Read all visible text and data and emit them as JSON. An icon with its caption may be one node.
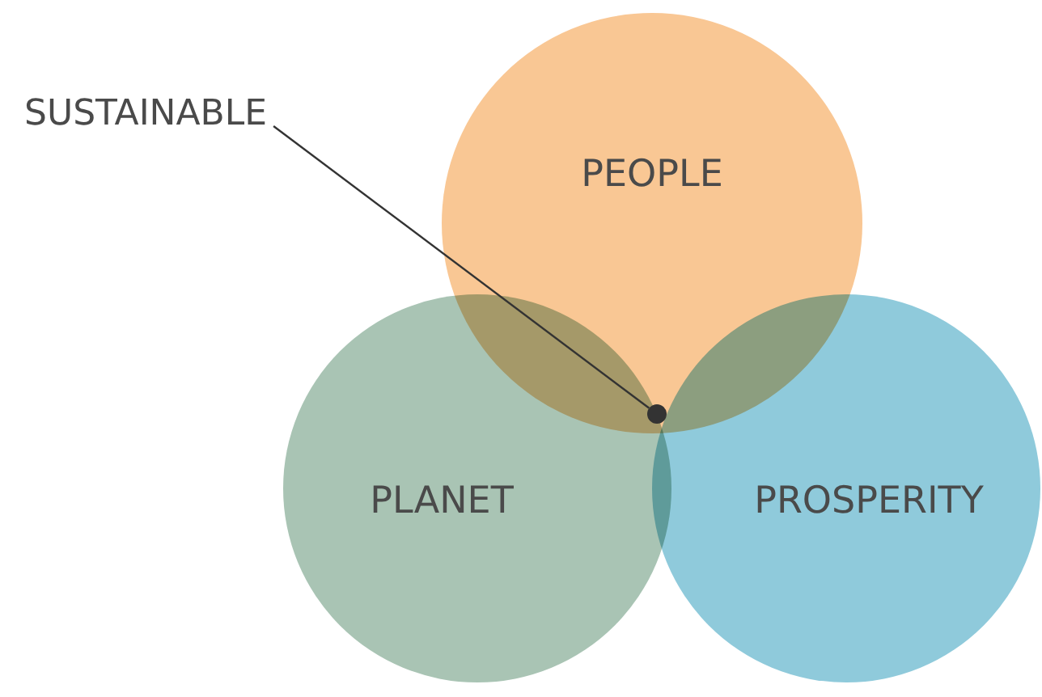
{
  "diagram": {
    "nodes": [
      {
        "text": [
          "PEOPLE"
        ]
      },
      {
        "text": [
          "PLANET"
        ]
      },
      {
        "text": [
          "PROSPERITY"
        ]
      },
      {
        "text": [
          "SUSTAINABLE"
        ]
      },
      {
        "text": [],
        "shape": "circle"
      }
    ],
    "edges": [
      {
        "from": 3,
        "to": 4,
        "arrow": "none"
      }
    ]
  }
}
